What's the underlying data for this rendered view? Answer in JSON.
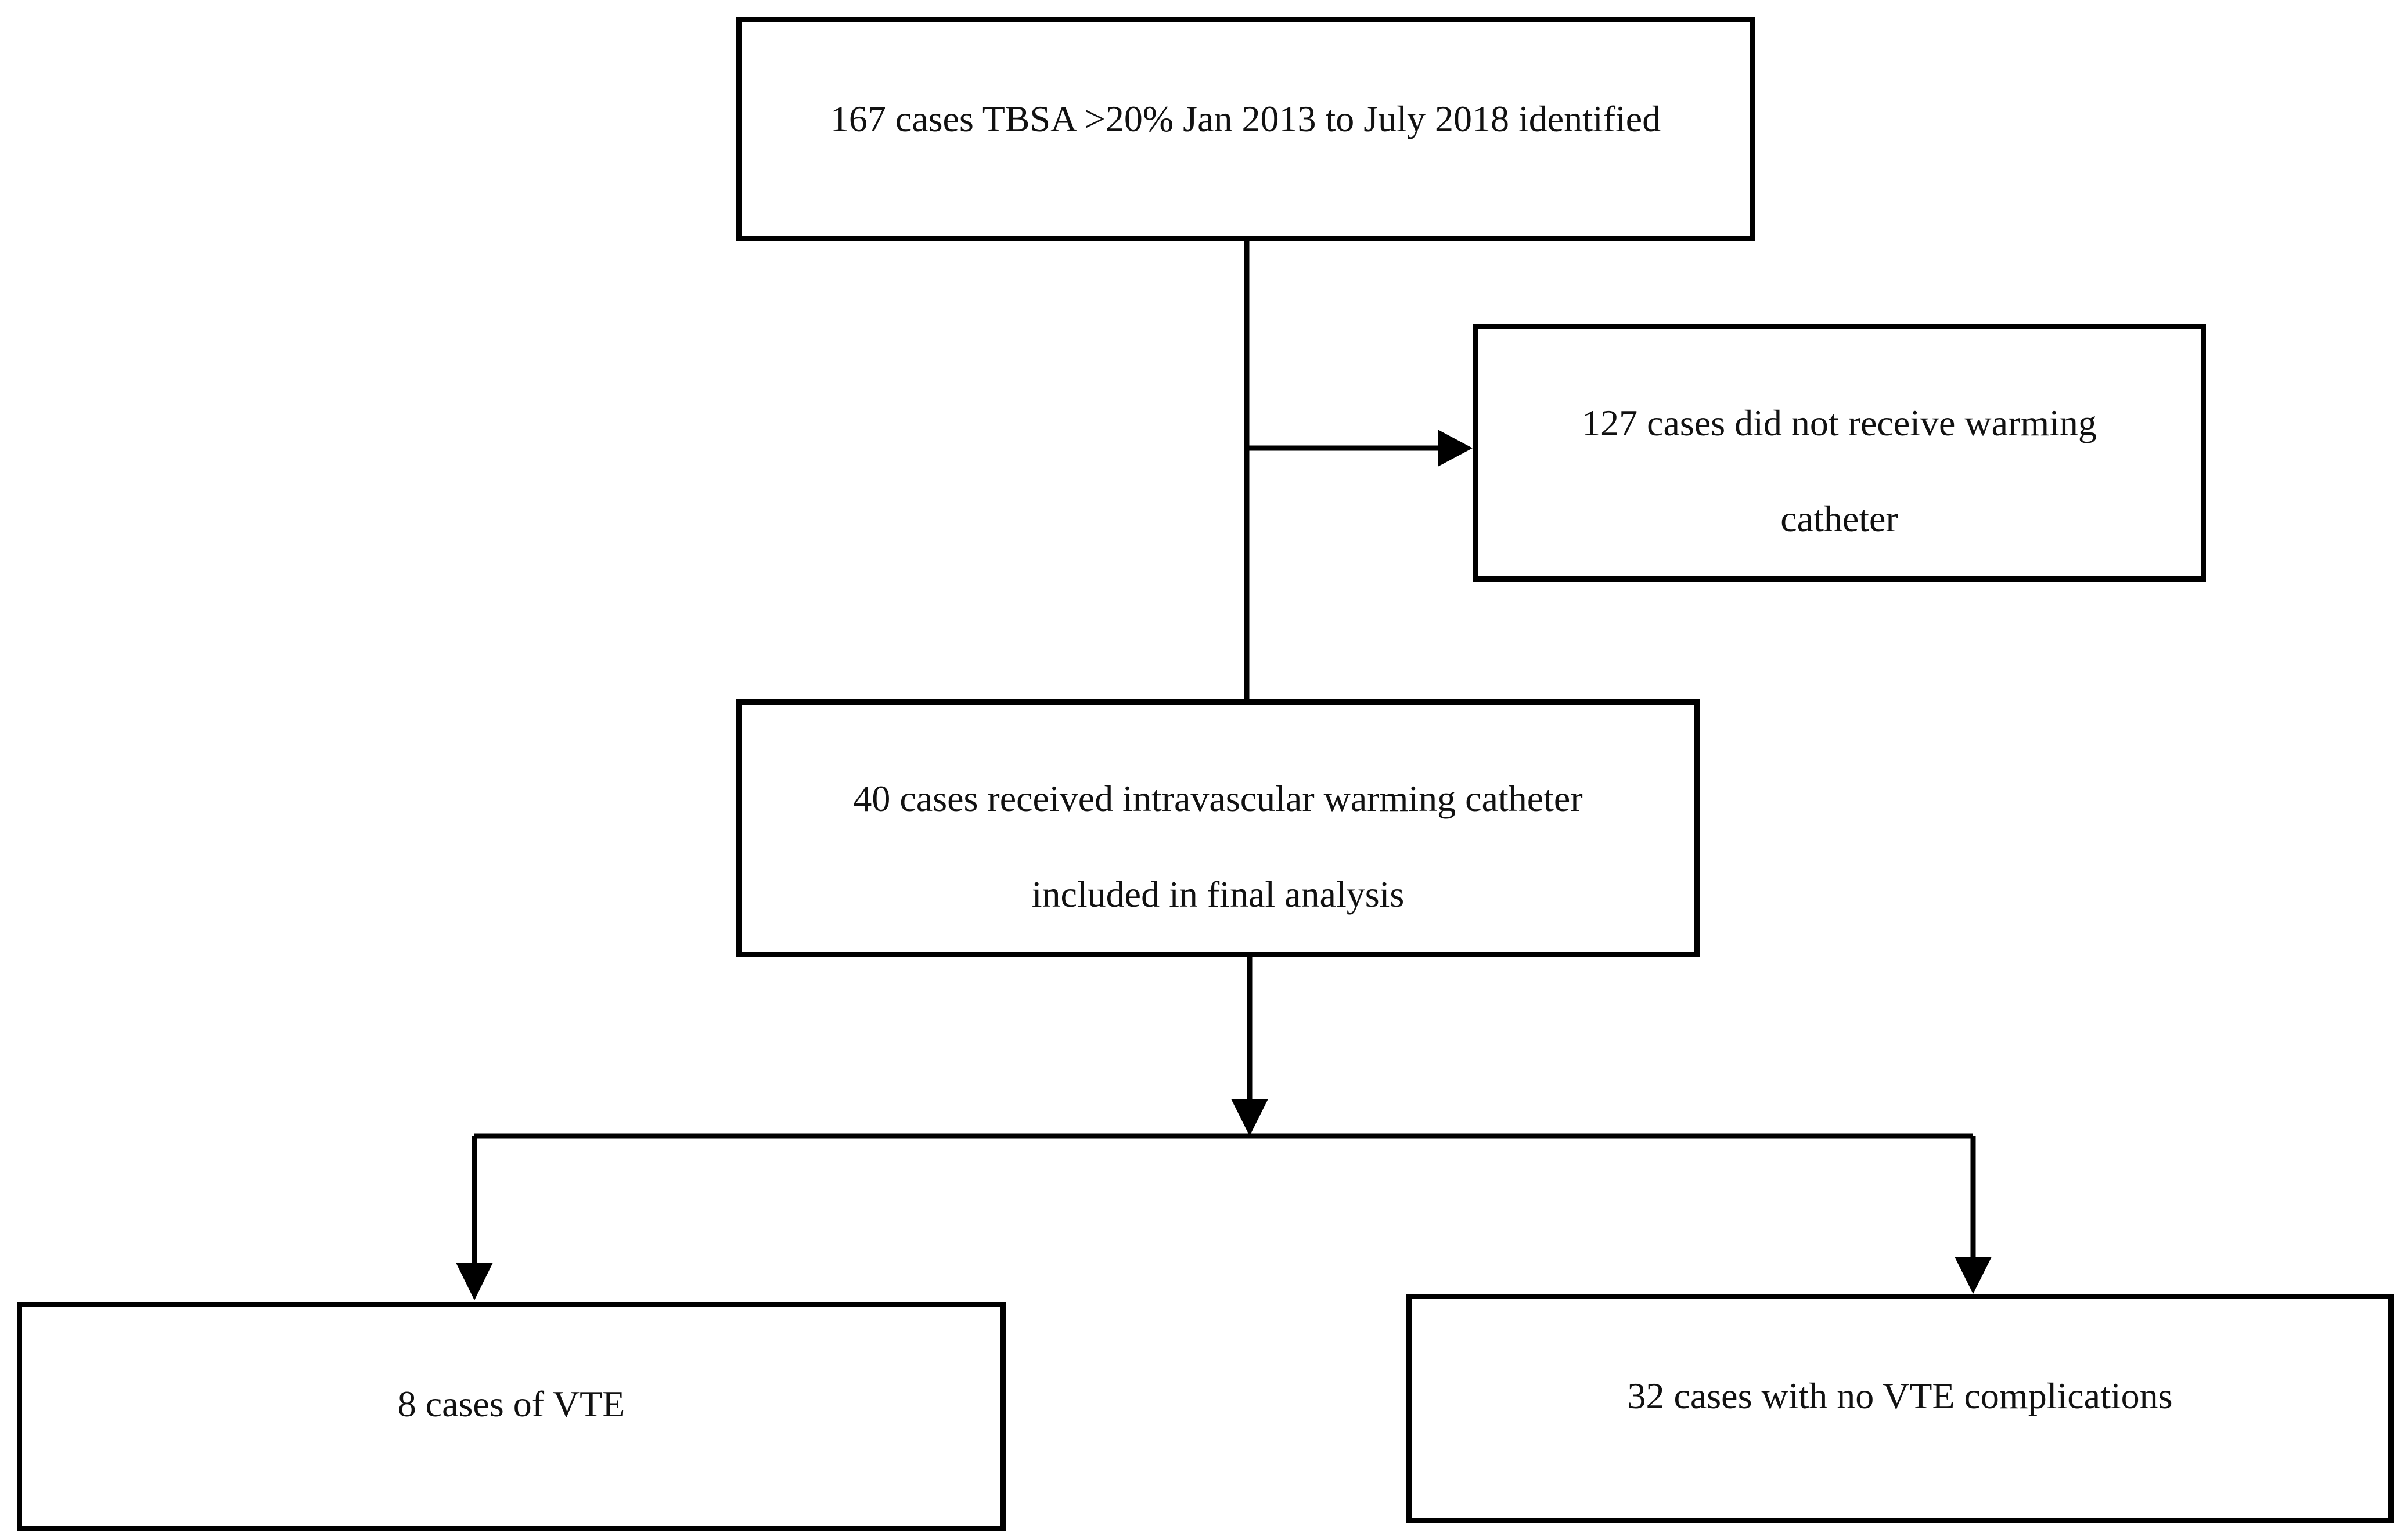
{
  "flowchart": {
    "top_box": {
      "line1": "167 cases TBSA >20% Jan 2013 to July 2018 identified"
    },
    "excluded_box": {
      "line1": "127 cases did not receive warming",
      "line2": "catheter"
    },
    "included_box": {
      "line1": "40 cases received intravascular warming catheter",
      "line2": "included in final analysis"
    },
    "vte_box": {
      "line1": "8 cases of VTE"
    },
    "no_vte_box": {
      "line1": "32 cases with no VTE complications"
    }
  },
  "colors": {
    "line": "#000000",
    "background": "#ffffff",
    "text": "#111111"
  }
}
